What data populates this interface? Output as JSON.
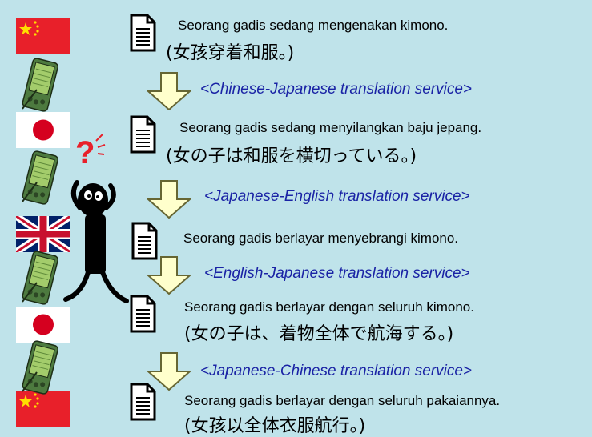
{
  "colors": {
    "background": "#bfe3ea",
    "service_text": "#1a23a5",
    "arrow_fill": "#ffffcc",
    "arrow_stroke": "#666633",
    "china_red": "#e8202a",
    "china_star": "#ffde00",
    "japan_disc": "#d5001f",
    "pda_body": "#4d7a3f",
    "pda_screen": "#a3cc6b"
  },
  "icons": {
    "flags": [
      "china-flag-icon",
      "japan-flag-icon",
      "uk-flag-icon",
      "japan-flag-icon",
      "china-flag-icon"
    ],
    "device": "pda-icon",
    "document": "document-icon",
    "arrow": "down-arrow-icon",
    "person": "confused-person-icon",
    "question": "question-mark-icon"
  },
  "steps": [
    {
      "id_text": "Seorang gadis sedang mengenakan kimono.",
      "native_text": "(女孩穿着和服。)"
    },
    {
      "service": "<Chinese-Japanese translation service>",
      "id_text": "Seorang gadis sedang menyilangkan baju jepang.",
      "native_text": "(女の子は和服を横切っている。)"
    },
    {
      "service": "<Japanese-English translation service>",
      "id_text": "Seorang gadis berlayar menyebrangi kimono."
    },
    {
      "service": "<English-Japanese translation service>",
      "id_text": "Seorang gadis berlayar dengan seluruh kimono.",
      "native_text": "(女の子は、着物全体で航海する。)"
    },
    {
      "service": "<Japanese-Chinese translation service>",
      "id_text": "Seorang gadis berlayar dengan seluruh pakaiannya.",
      "native_text": "(女孩以全体衣服航行。)"
    }
  ],
  "question_mark": "?"
}
